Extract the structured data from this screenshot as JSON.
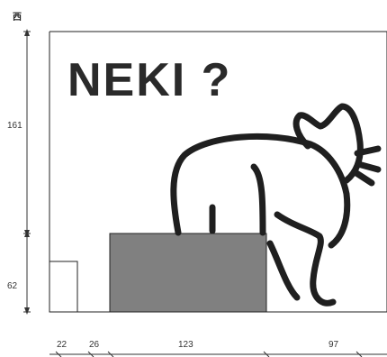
{
  "corner_label": "西",
  "signage": {
    "text": "NEKI ?"
  },
  "vertical_dimensions": [
    "161",
    "62"
  ],
  "horizontal_dimensions": [
    "22",
    "26",
    "123",
    "97"
  ],
  "colors": {
    "gray_block": "#808080",
    "line": "#222222",
    "cat_stroke": "#1f1f1f"
  }
}
